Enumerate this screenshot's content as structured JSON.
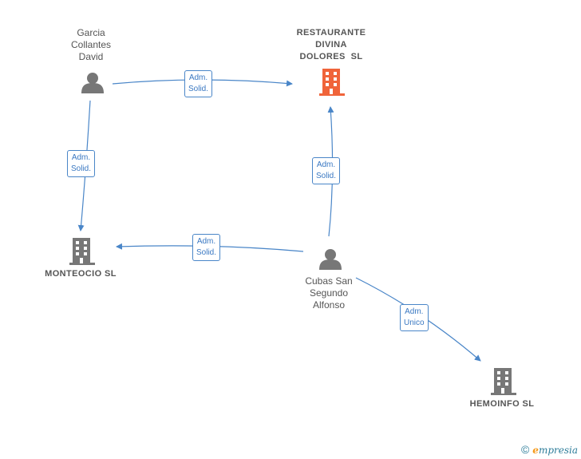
{
  "nodes": {
    "person_garcia": {
      "label_lines": [
        "Garcia",
        "Collantes",
        "David"
      ],
      "icon": "person-icon"
    },
    "company_restaurante": {
      "label_lines": [
        "RESTAURANTE",
        "DIVINA",
        "DOLORES  SL"
      ],
      "icon": "building-icon",
      "color": "#f0643a"
    },
    "company_monteocio": {
      "label_lines": [
        "MONTEOCIO SL"
      ],
      "icon": "building-icon",
      "color": "#777777"
    },
    "person_cubas": {
      "label_lines": [
        "Cubas San",
        "Segundo",
        "Alfonso"
      ],
      "icon": "person-icon"
    },
    "company_hemoinfo": {
      "label_lines": [
        "HEMOINFO SL"
      ],
      "icon": "building-icon",
      "color": "#777777"
    }
  },
  "edges": [
    {
      "id": "garcia_restaurante",
      "label_lines": [
        "Adm.",
        "Solid."
      ]
    },
    {
      "id": "garcia_monteocio",
      "label_lines": [
        "Adm.",
        "Solid."
      ]
    },
    {
      "id": "cubas_restaurante",
      "label_lines": [
        "Adm.",
        "Solid."
      ]
    },
    {
      "id": "cubas_monteocio",
      "label_lines": [
        "Adm.",
        "Solid."
      ]
    },
    {
      "id": "cubas_hemoinfo",
      "label_lines": [
        "Adm.",
        "Unico"
      ]
    }
  ],
  "colors": {
    "edge": "#4a86c8",
    "person": "#777777",
    "highlight_company": "#f0643a",
    "company": "#777777"
  },
  "footer": {
    "copyright_symbol": "©",
    "brand_first": "e",
    "brand_rest": "mpresia"
  }
}
